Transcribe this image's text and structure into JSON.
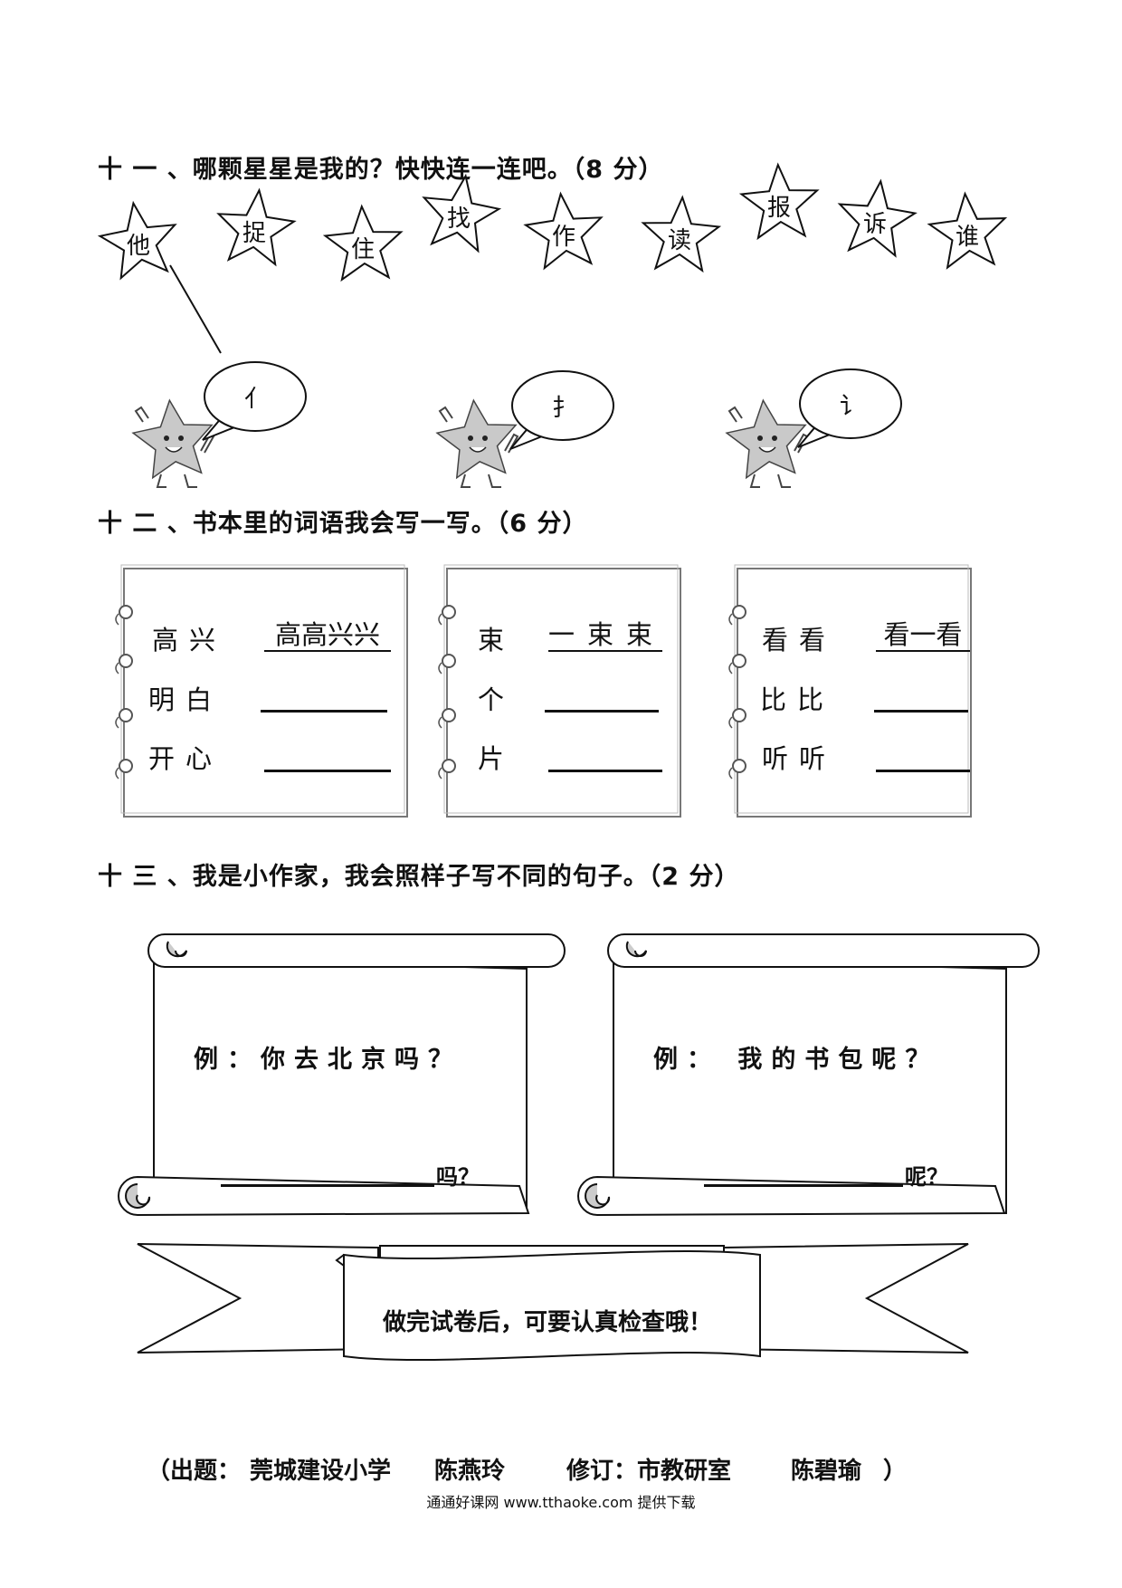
{
  "section11": {
    "heading": "十 一 、哪颗星星是我的？快快连一连吧。（8 分）",
    "stars": [
      "他",
      "捉",
      "住",
      "找",
      "作",
      "读",
      "报",
      "诉",
      "谁"
    ],
    "radicals": [
      "亻",
      "扌",
      "讠"
    ]
  },
  "section12": {
    "heading": "十 二 、书本里的词语我会写一写。（6 分）",
    "cards": [
      {
        "words": [
          "高兴",
          "明白",
          "开心"
        ],
        "example": "高高兴兴"
      },
      {
        "words": [
          "束",
          "个",
          "片"
        ],
        "example": "一束束"
      },
      {
        "words": [
          "看看",
          "比比",
          "听听"
        ],
        "example": "看一看"
      }
    ]
  },
  "section13": {
    "heading": "十 三 、我是小作家，我会照样子写不同的句子。（2 分）",
    "scrolls": [
      {
        "example": "例：你去北京吗？",
        "ending": "吗？"
      },
      {
        "example": "例： 我的书包呢？",
        "ending": "呢？"
      }
    ]
  },
  "banner": {
    "text": "做完试卷后，可要认真检查哦！"
  },
  "footer": {
    "open": "（出题：",
    "school": "莞城建设小学",
    "author": "陈燕玲",
    "reviser_label": "修订：市教研室",
    "reviser": "陈碧瑜",
    "close": "）",
    "source": "通通好课网  www.tthaoke.com  提供下载"
  }
}
